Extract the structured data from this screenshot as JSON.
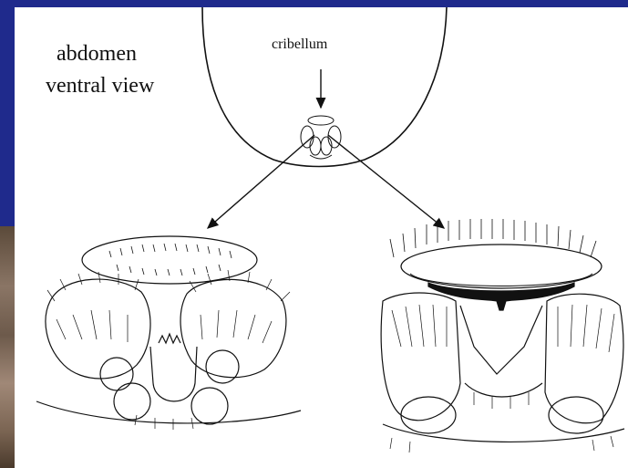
{
  "slide": {
    "heading_line1": "abdomen",
    "heading_line2": "ventral view"
  },
  "labels": {
    "callout": "cribellum"
  },
  "colors": {
    "slide_background": "#1f2a8c",
    "drawing_background": "#ffffff",
    "ink": "#111111"
  }
}
